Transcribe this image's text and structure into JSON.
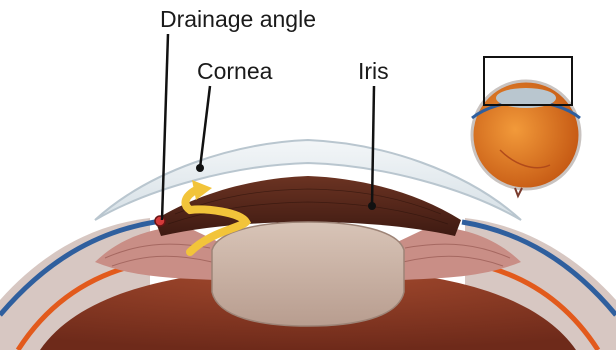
{
  "labels": {
    "drainage_angle": "Drainage angle",
    "cornea": "Cornea",
    "iris": "Iris"
  },
  "colors": {
    "cornea_fill": "#e6edf1",
    "cornea_outline": "#b9c6cf",
    "iris": "#5a2a1c",
    "lens": "#c9b3a6",
    "ciliary_muscle": "#c98e86",
    "fluid_arrow": "#f2c43a",
    "sclera_blue": "#2f5f9e",
    "inner_eye": "#8f3a24",
    "eyeball_orange": "#e2781f",
    "leader_line": "#111111"
  },
  "icons": [
    "fluid-flow-arrow",
    "eyeball-inset-icon"
  ]
}
